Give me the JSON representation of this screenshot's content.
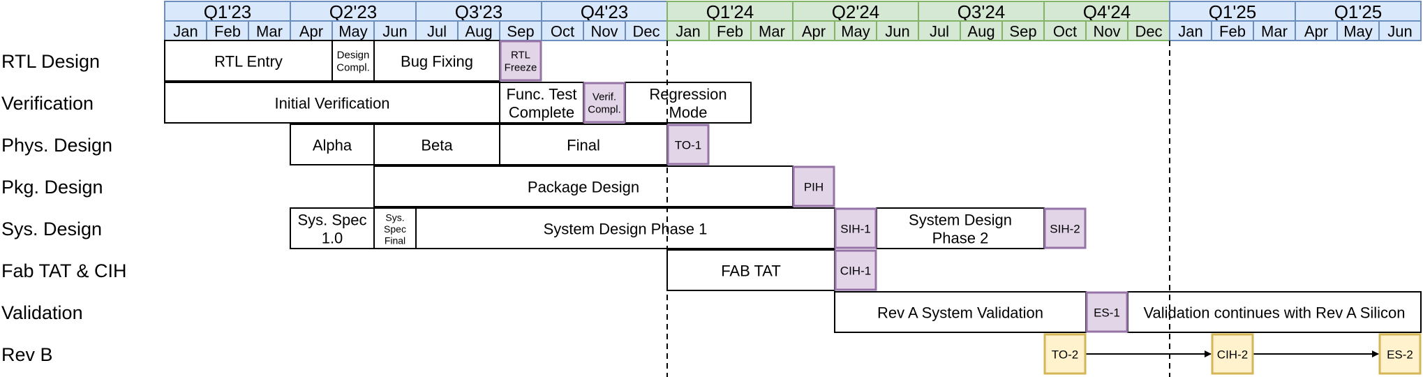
{
  "colors": {
    "header_blue_fill": "#dae8fc",
    "header_blue_stroke": "#6c8ebf",
    "header_green_fill": "#d5e8d4",
    "header_green_stroke": "#82b366",
    "milestone_purple_fill": "#e1d5e7",
    "milestone_purple_stroke": "#9673a6",
    "milestone_yellow_fill": "#fff2cc",
    "milestone_yellow_stroke": "#d6b656",
    "task_fill": "#ffffff",
    "task_stroke": "#000000"
  },
  "header": {
    "quarters": [
      {
        "label": "Q1'23",
        "color": "blue"
      },
      {
        "label": "Q2'23",
        "color": "blue"
      },
      {
        "label": "Q3'23",
        "color": "blue"
      },
      {
        "label": "Q4'23",
        "color": "blue"
      },
      {
        "label": "Q1'24",
        "color": "green"
      },
      {
        "label": "Q2'24",
        "color": "green"
      },
      {
        "label": "Q3'24",
        "color": "green"
      },
      {
        "label": "Q4'24",
        "color": "green"
      },
      {
        "label": "Q1'25",
        "color": "blue"
      },
      {
        "label": "Q1'25",
        "color": "blue"
      }
    ],
    "months": [
      "Jan",
      "Feb",
      "Mar",
      "Apr",
      "May",
      "Jun",
      "Jul",
      "Aug",
      "Sep",
      "Oct",
      "Nov",
      "Dec",
      "Jan",
      "Feb",
      "Mar",
      "Apr",
      "May",
      "Jun",
      "Jul",
      "Aug",
      "Sep",
      "Oct",
      "Nov",
      "Dec",
      "Jan",
      "Feb",
      "Mar",
      "Apr",
      "May",
      "Jun"
    ]
  },
  "rows": [
    "RTL Design",
    "Verification",
    "Phys. Design",
    "Pkg. Design",
    "Sys. Design",
    "Fab TAT & CIH",
    "Validation",
    "Rev B"
  ],
  "tasks": [
    {
      "row": 0,
      "start": 0,
      "end": 4,
      "lines": [
        "RTL Entry"
      ],
      "size": "big"
    },
    {
      "row": 0,
      "start": 4,
      "end": 5,
      "lines": [
        "Design",
        "Compl."
      ],
      "size": "small"
    },
    {
      "row": 0,
      "start": 5,
      "end": 8,
      "lines": [
        "Bug Fixing"
      ],
      "size": "big"
    },
    {
      "row": 1,
      "start": 0,
      "end": 8,
      "lines": [
        "Initial Verification"
      ],
      "size": "big"
    },
    {
      "row": 1,
      "start": 8,
      "end": 10,
      "lines": [
        "Func. Test",
        "Complete"
      ],
      "size": "big"
    },
    {
      "row": 1,
      "start": 11,
      "end": 14,
      "lines": [
        "Regression",
        "Mode"
      ],
      "size": "big"
    },
    {
      "row": 2,
      "start": 3,
      "end": 5,
      "lines": [
        "Alpha"
      ],
      "size": "big"
    },
    {
      "row": 2,
      "start": 5,
      "end": 8,
      "lines": [
        "Beta"
      ],
      "size": "big"
    },
    {
      "row": 2,
      "start": 8,
      "end": 12,
      "lines": [
        "Final"
      ],
      "size": "big"
    },
    {
      "row": 3,
      "start": 5,
      "end": 15,
      "lines": [
        "Package Design"
      ],
      "size": "big"
    },
    {
      "row": 4,
      "start": 3,
      "end": 5,
      "lines": [
        "Sys. Spec",
        "1.0"
      ],
      "size": "big"
    },
    {
      "row": 4,
      "start": 5,
      "end": 6,
      "lines": [
        "Sys.",
        "Spec",
        "Final"
      ],
      "size": "tiny"
    },
    {
      "row": 4,
      "start": 6,
      "end": 16,
      "lines": [
        "System Design Phase 1"
      ],
      "size": "big"
    },
    {
      "row": 4,
      "start": 17,
      "end": 21,
      "lines": [
        "System Design",
        "Phase 2"
      ],
      "size": "big"
    },
    {
      "row": 5,
      "start": 12,
      "end": 16,
      "lines": [
        "FAB TAT"
      ],
      "size": "big"
    },
    {
      "row": 6,
      "start": 16,
      "end": 22,
      "lines": [
        "Rev A System Validation"
      ],
      "size": "big"
    },
    {
      "row": 6,
      "start": 23,
      "end": 30,
      "lines": [
        "Validation continues with Rev A Silicon"
      ],
      "size": "big"
    }
  ],
  "milestones": [
    {
      "row": 0,
      "month": 8,
      "lines": [
        "RTL",
        "Freeze"
      ],
      "color": "purple"
    },
    {
      "row": 1,
      "month": 10,
      "lines": [
        "Verif.",
        "Compl."
      ],
      "color": "purple"
    },
    {
      "row": 2,
      "month": 12,
      "lines": [
        "TO-1"
      ],
      "color": "purple"
    },
    {
      "row": 3,
      "month": 15,
      "lines": [
        "PIH"
      ],
      "color": "purple"
    },
    {
      "row": 4,
      "month": 16,
      "lines": [
        "SIH-1"
      ],
      "color": "purple"
    },
    {
      "row": 4,
      "month": 21,
      "lines": [
        "SIH-2"
      ],
      "color": "purple"
    },
    {
      "row": 5,
      "month": 16,
      "lines": [
        "CIH-1"
      ],
      "color": "purple"
    },
    {
      "row": 6,
      "month": 22,
      "lines": [
        "ES-1"
      ],
      "color": "purple"
    },
    {
      "row": 7,
      "month": 21,
      "lines": [
        "TO-2"
      ],
      "color": "yellow"
    },
    {
      "row": 7,
      "month": 25,
      "lines": [
        "CIH-2"
      ],
      "color": "yellow"
    },
    {
      "row": 7,
      "month": 29,
      "lines": [
        "ES-2"
      ],
      "color": "yellow"
    }
  ],
  "arrows": [
    {
      "row": 7,
      "from_month": 22,
      "to_month": 25
    },
    {
      "row": 7,
      "from_month": 26,
      "to_month": 29
    }
  ],
  "dashed_lines_at_month": [
    12,
    24
  ]
}
